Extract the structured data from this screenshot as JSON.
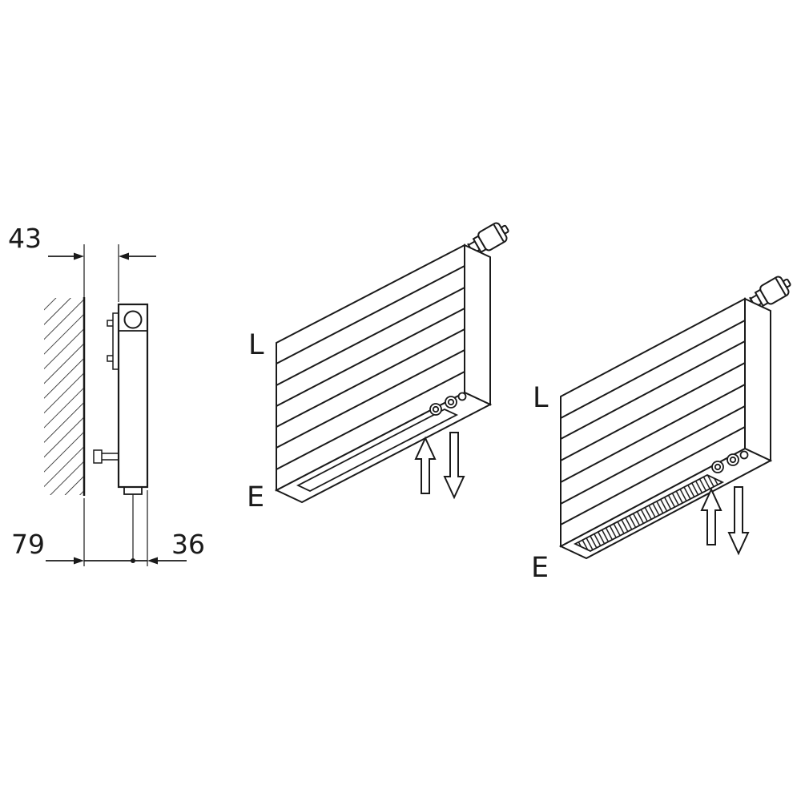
{
  "style": {
    "line_color": "#1a1a1a",
    "background": "#ffffff"
  },
  "side_view": {
    "dim_wall_clearance": "43",
    "dim_wall_to_front": "79",
    "dim_depth": "36"
  },
  "radiator_plain": {
    "label_top": "L",
    "label_bottom": "E"
  },
  "radiator_grille": {
    "label_top": "L",
    "label_bottom": "E"
  }
}
